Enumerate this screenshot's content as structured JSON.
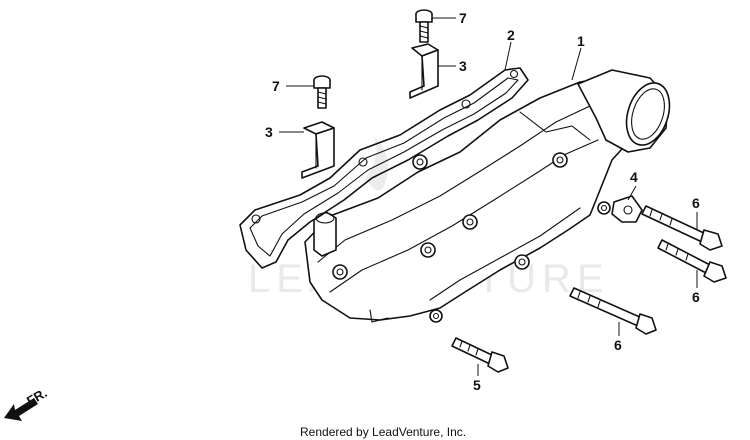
{
  "watermark": "LEADVENTURE",
  "credit": "Rendered by LeadVenture, Inc.",
  "direction_label": "FR.",
  "callouts": [
    "1",
    "2",
    "3",
    "3",
    "4",
    "5",
    "6",
    "6",
    "6",
    "7",
    "7"
  ]
}
